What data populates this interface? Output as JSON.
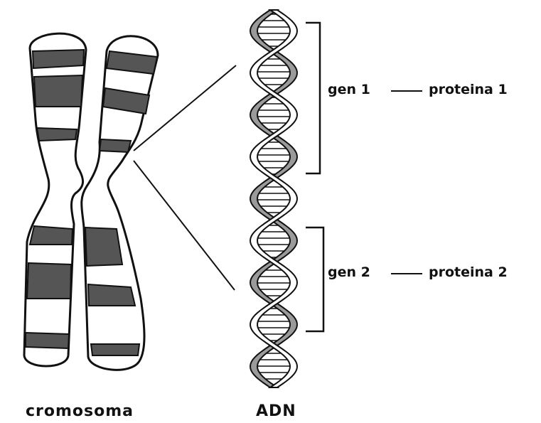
{
  "captions": {
    "chromosome": "cromosoma",
    "dna": "ADN"
  },
  "genes": [
    {
      "gene": "gen 1",
      "protein": "proteina 1"
    },
    {
      "gene": "gen 2",
      "protein": "proteina 2"
    }
  ],
  "colors": {
    "ink": "#111111",
    "band_dark": "#555555",
    "band_mid": "#9a9a9a",
    "background": "#ffffff"
  }
}
